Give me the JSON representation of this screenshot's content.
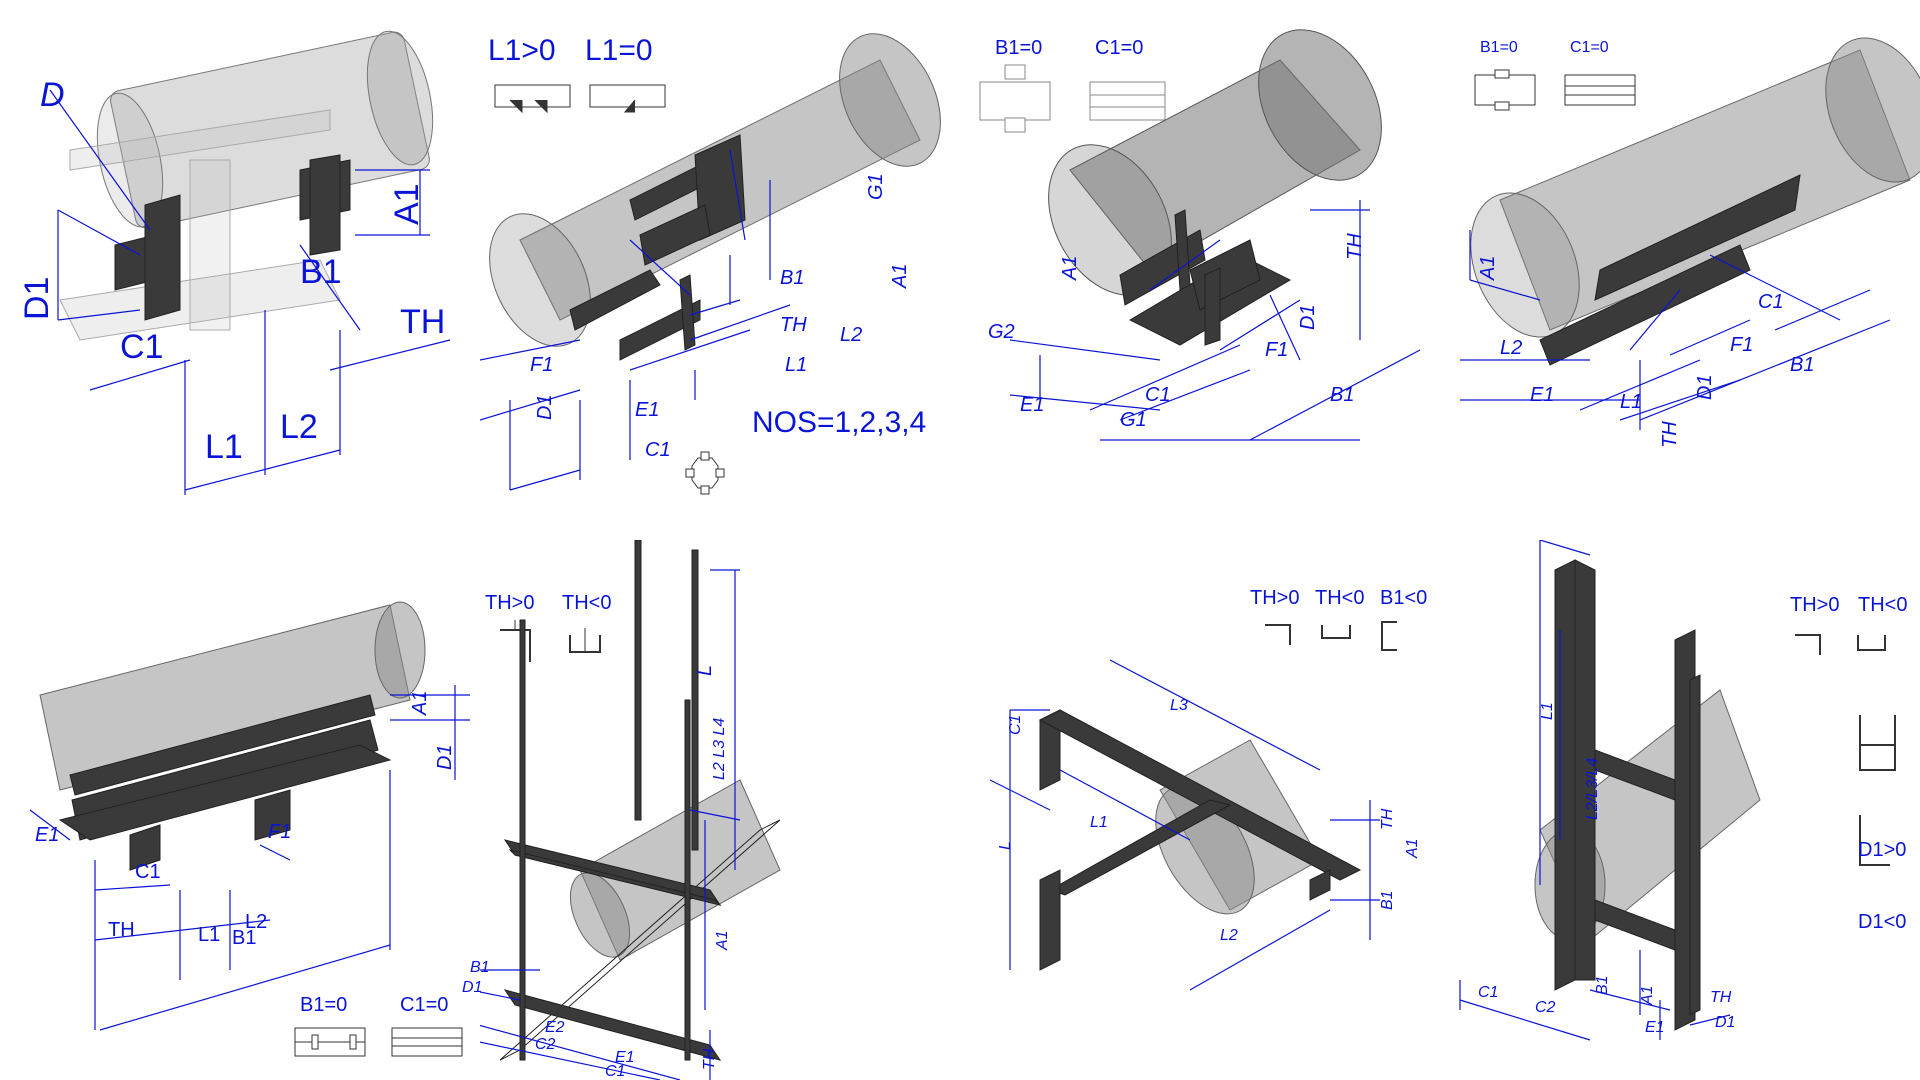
{
  "colors": {
    "dimension": "#0a14d6",
    "steel": "#3a3a3a",
    "pipe": "#9a9a9a",
    "background": "#ffffff"
  },
  "panels": [
    {
      "id": "p1",
      "labels": {
        "d": "D",
        "a1": "A1",
        "d1": "D1",
        "b1": "B1",
        "c1": "C1",
        "th": "TH",
        "l1": "L1",
        "l2": "L2"
      }
    },
    {
      "id": "p2",
      "legend": {
        "left": "L1>0",
        "right": "L1=0"
      },
      "nos": "NOS=1,2,3,4",
      "labels": {
        "g1": "G1",
        "b1": "B1",
        "a1": "A1",
        "th": "TH",
        "l2": "L2",
        "l1": "L1",
        "f1": "F1",
        "d1": "D1",
        "e1": "E1",
        "c1": "C1"
      }
    },
    {
      "id": "p3",
      "legend": {
        "left": "B1=0",
        "right": "C1=0"
      },
      "labels": {
        "a1": "A1",
        "th": "TH",
        "d1": "D1",
        "g2": "G2",
        "f1": "F1",
        "c1": "C1",
        "e1": "E1",
        "g1": "G1",
        "b1": "B1"
      }
    },
    {
      "id": "p4",
      "legend": {
        "left": "B1=0",
        "right": "C1=0"
      },
      "labels": {
        "a1": "A1",
        "c1": "C1",
        "l2": "L2",
        "f1": "F1",
        "e1": "E1",
        "l1": "L1",
        "d1": "D1",
        "b1": "B1",
        "th": "TH"
      }
    },
    {
      "id": "p5",
      "legend": {
        "left": "B1=0",
        "right": "C1=0"
      },
      "labels": {
        "a1": "A1",
        "d1": "D1",
        "e1": "E1",
        "f1": "F1",
        "c1": "C1",
        "th": "TH",
        "l1": "L1",
        "l2": "L2",
        "b1": "B1"
      }
    },
    {
      "id": "p6",
      "legend": {
        "left": "TH>0",
        "right": "TH<0"
      },
      "labels": {
        "l": "L",
        "l2l3l4": "L2 L3 L4",
        "a1": "A1",
        "b1": "B1",
        "d1": "D1",
        "e2": "E2",
        "c2": "C2",
        "e1": "E1",
        "c1": "C1",
        "th": "TH"
      }
    },
    {
      "id": "p7",
      "legend": {
        "a": "TH>0",
        "b": "TH<0",
        "c": "B1<0"
      },
      "labels": {
        "l3": "L3",
        "c1": "C1",
        "l1": "L1",
        "l": "L",
        "th": "TH",
        "a1": "A1",
        "l2": "L2",
        "b1": "B1"
      }
    },
    {
      "id": "p8",
      "legend": {
        "left": "TH>0",
        "right": "TH<0",
        "d1pos": "D1>0",
        "d1neg": "D1<0"
      },
      "labels": {
        "l1": "L1",
        "l2l3l4": "L2/L3/L4",
        "c1": "C1",
        "c2": "C2",
        "b1": "B1",
        "a1": "A1",
        "e1": "E1",
        "th": "TH",
        "d1": "D1"
      }
    }
  ]
}
